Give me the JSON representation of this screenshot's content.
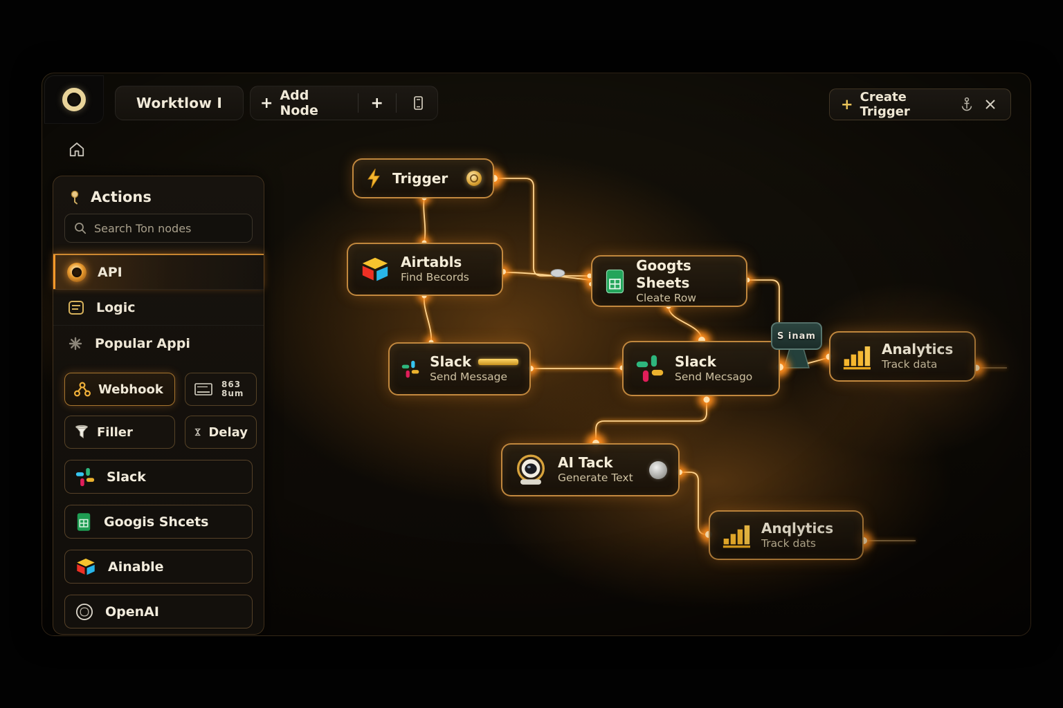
{
  "header": {
    "workflow_title": "Worktlow I",
    "add_node": {
      "plus": "+",
      "label": "Add Node",
      "plus2": "+"
    },
    "create_trigger": {
      "plus": "+",
      "label": "Create Trigger"
    }
  },
  "sidebar": {
    "title": "Actions",
    "search_placeholder": "Search Ton nodes",
    "categories": [
      {
        "label": "API",
        "active": true
      },
      {
        "label": "Logic",
        "active": false
      },
      {
        "label": "Popular Appi",
        "active": false
      }
    ],
    "quick": {
      "webhook": "Webhook",
      "card_line1": "863",
      "card_line2": "8um",
      "filler": "Filler",
      "delay": "Delay"
    },
    "apps": [
      {
        "label": "Slack"
      },
      {
        "label": "Googis Shcets"
      },
      {
        "label": "Ainable"
      },
      {
        "label": "OpenAI"
      }
    ]
  },
  "canvas": {
    "trigger": {
      "title": "Trigger"
    },
    "airtable": {
      "title": "Airtabls",
      "subtitle": "Find Becords"
    },
    "sheets": {
      "title": "Googts Sheets",
      "subtitle": "Cleate Row"
    },
    "slack_left": {
      "title": "Slack",
      "subtitle": "Send Message"
    },
    "slack_right": {
      "title": "Slack",
      "subtitle": "Send Mecsago"
    },
    "analytics_right": {
      "title": "Analytics",
      "subtitle": "Track data"
    },
    "ai_task": {
      "title": "AI Tack",
      "subtitle": "Generate Text"
    },
    "analytics_bottom": {
      "title": "Anqlytics",
      "subtitle": "Track dats"
    },
    "tooltip": {
      "label": "S inam"
    }
  },
  "colors": {
    "wire": "#ffa62b",
    "wire_core": "#ffd591",
    "node_border": "#eba54b",
    "accent_gold": "#e9c35a",
    "background": "#0b0805"
  }
}
